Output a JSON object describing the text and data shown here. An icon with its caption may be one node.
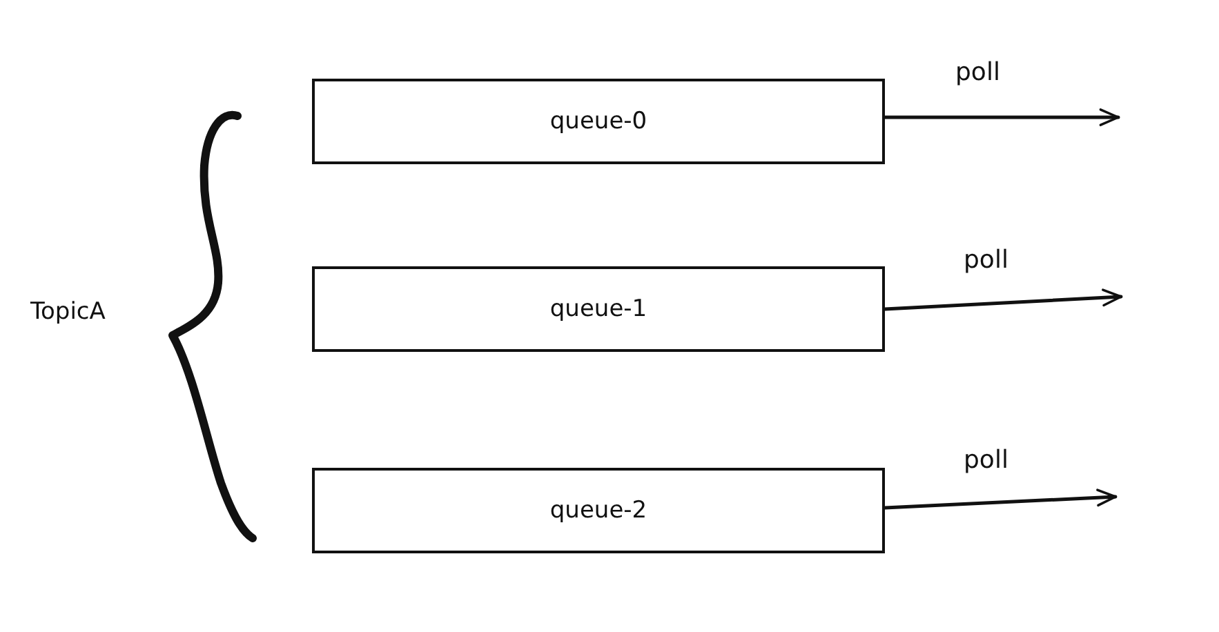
{
  "diagram": {
    "nodes": [
      {
        "text": [
          "queue-0"
        ]
      },
      {
        "text": [
          "queue-1"
        ]
      },
      {
        "text": [
          "queue-2"
        ]
      }
    ],
    "edges": [
      {
        "from": 0,
        "to": null,
        "arrow": "to",
        "label": "poll"
      },
      {
        "from": 1,
        "to": null,
        "arrow": "to",
        "label": "poll"
      },
      {
        "from": 2,
        "to": null,
        "arrow": "to",
        "label": "poll"
      }
    ],
    "labels": [
      "TopicA"
    ]
  }
}
